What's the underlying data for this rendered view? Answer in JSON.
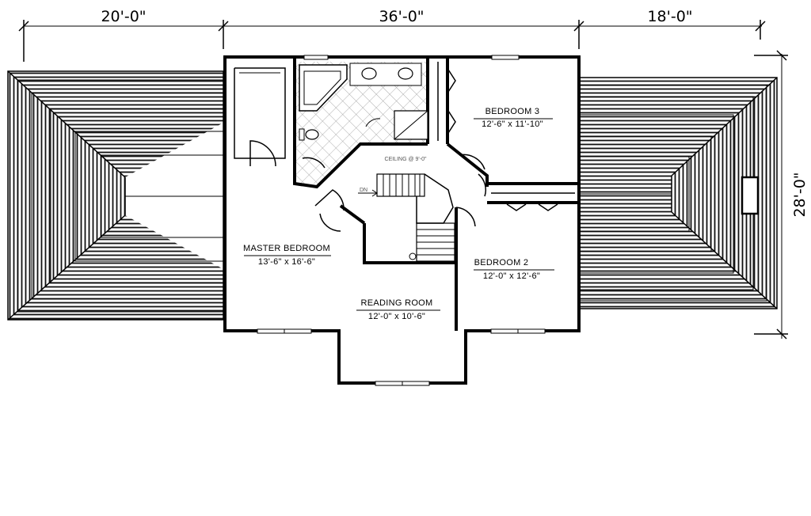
{
  "dimensions": {
    "top_left": "20'-0\"",
    "top_middle": "36'-0\"",
    "top_right": "18'-0\"",
    "right_side": "28'-0\""
  },
  "rooms": {
    "bedroom3": {
      "name": "BEDROOM 3",
      "size": "12'-6\" x 11'-10\""
    },
    "bedroom2": {
      "name": "BEDROOM 2",
      "size": "12'-0\" x 12'-6\""
    },
    "master": {
      "name": "MASTER BEDROOM",
      "size": "13'-6\" x 16'-6\""
    },
    "reading": {
      "name": "READING ROOM",
      "size": "12'-0\" x 10'-6\""
    }
  },
  "ceiling_note": "CEILING @ 9'-0\"",
  "stair_label": "DN"
}
